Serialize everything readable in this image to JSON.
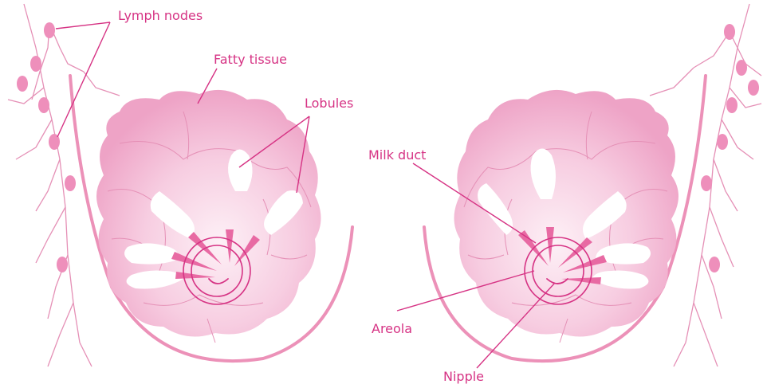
{
  "labels": {
    "lymph_nodes": "Lymph nodes",
    "fatty_tissue": "Fatty tissue",
    "lobules": "Lobules",
    "milk_duct": "Milk duct",
    "areola": "Areola",
    "nipple": "Nipple"
  },
  "colors": {
    "label_text": "#d63384",
    "leader_line": "#d63384",
    "outline": "#ec91b8",
    "tissue_dark": "#eea3c6",
    "tissue_light": "#fbe3ef",
    "lymph_node": "#ee8fbb",
    "nerve_line": "#e590b6"
  }
}
